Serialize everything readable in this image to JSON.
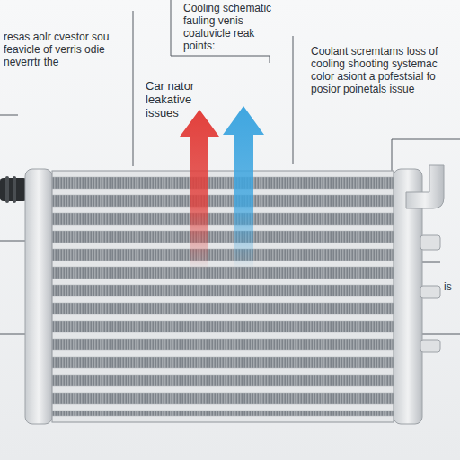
{
  "diagram": {
    "labels": [
      "resas aolr cvestor sou feavicle of verris odie neverrtr the",
      "Cooling schematic fauling venis coaluvicle reak points:",
      "Car nator leakative issues",
      "Coolant scremtams loss of cooling shooting systemac color asiont a pofestsial fo posior poinetals issue",
      "is"
    ]
  }
}
